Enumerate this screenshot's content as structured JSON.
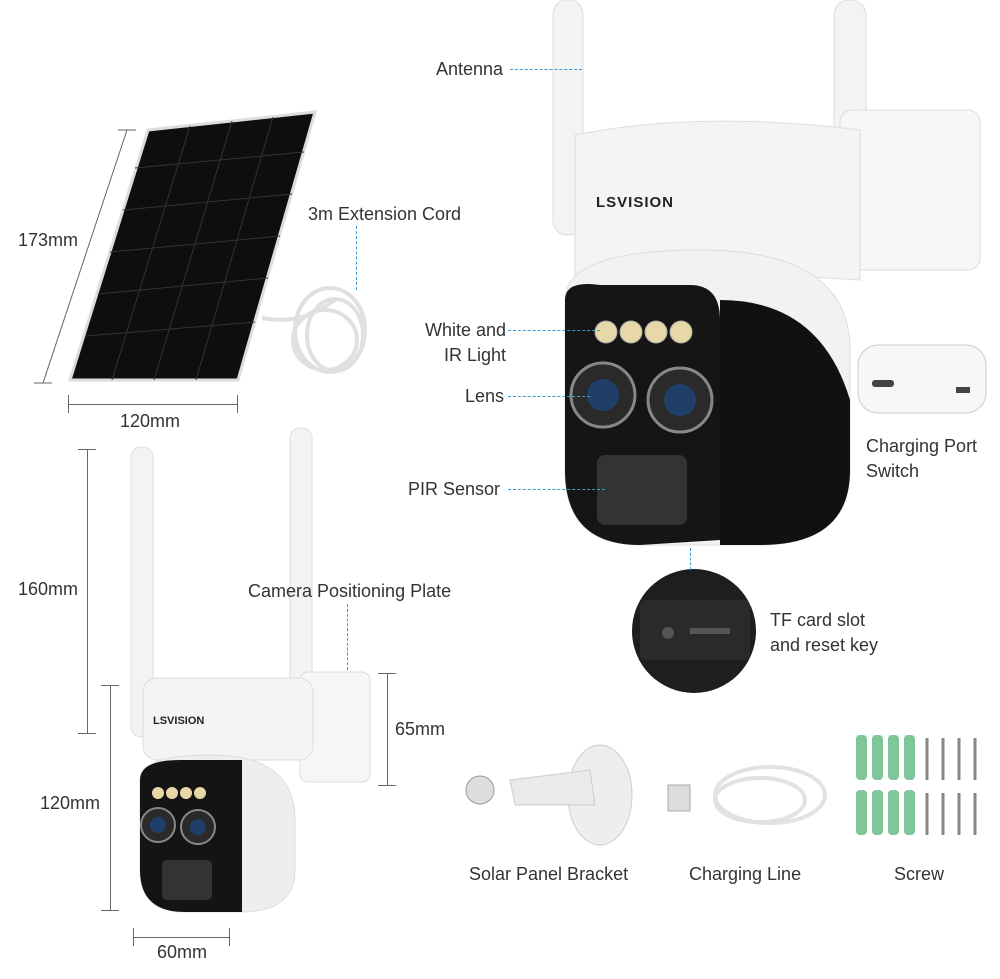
{
  "brand": "LSVISION",
  "labels": {
    "antenna": "Antenna",
    "extension_cord": "3m Extension Cord",
    "white_ir_light_1": "White and",
    "white_ir_light_2": "IR Light",
    "lens": "Lens",
    "pir_sensor": "PIR Sensor",
    "charging_port_1": "Charging Port",
    "charging_port_2": "Switch",
    "tf_card_1": "TF card slot",
    "tf_card_2": "and reset key",
    "positioning_plate": "Camera Positioning Plate"
  },
  "dimensions": {
    "panel_height": "173mm",
    "panel_width": "120mm",
    "camera_total_height": "160mm",
    "plate_height": "65mm",
    "camera_body_height": "120mm",
    "camera_width": "60mm"
  },
  "accessories": [
    {
      "label": "Solar Panel Bracket"
    },
    {
      "label": "Charging Line"
    },
    {
      "label": "Screw"
    }
  ],
  "colors": {
    "leader_line": "#3a9ad0",
    "panel": "#111111",
    "camera_body": "#f2f2f2",
    "camera_face": "#151515",
    "screw_anchor": "#7fc69a"
  }
}
